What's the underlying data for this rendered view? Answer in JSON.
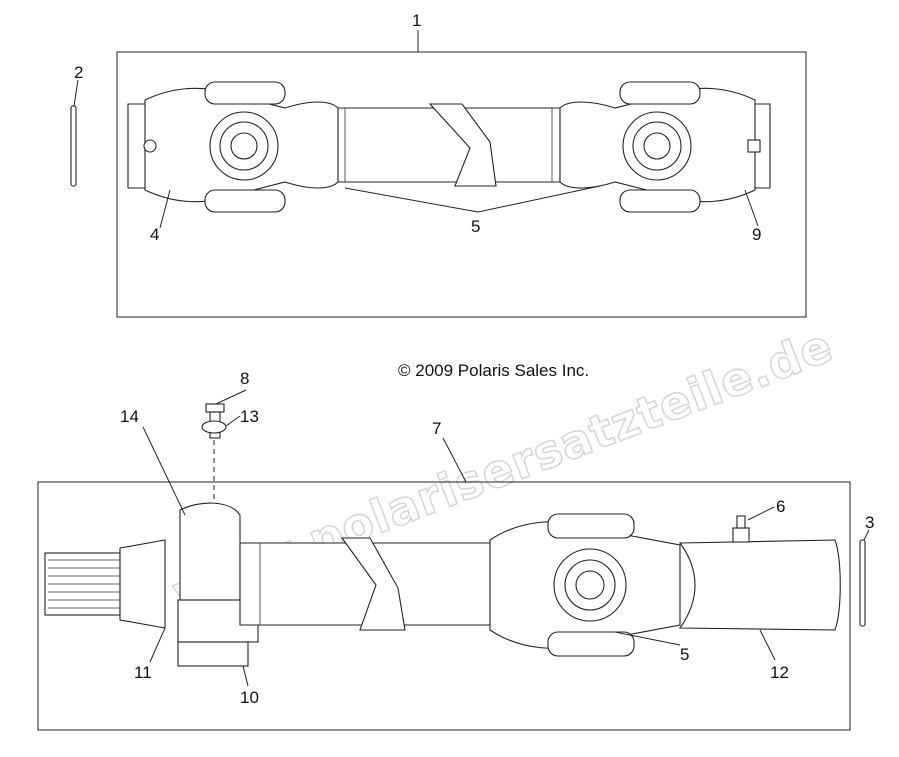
{
  "copyright": "© 2009 Polaris Sales Inc.",
  "watermark": "www.polarisersatzteile.de",
  "callouts": {
    "c1": "1",
    "c2": "2",
    "c3": "3",
    "c4": "4",
    "c5a": "5",
    "c5b": "5",
    "c6": "6",
    "c7": "7",
    "c8": "8",
    "c9": "9",
    "c10": "10",
    "c11": "11",
    "c12": "12",
    "c13": "13",
    "c14": "14"
  }
}
